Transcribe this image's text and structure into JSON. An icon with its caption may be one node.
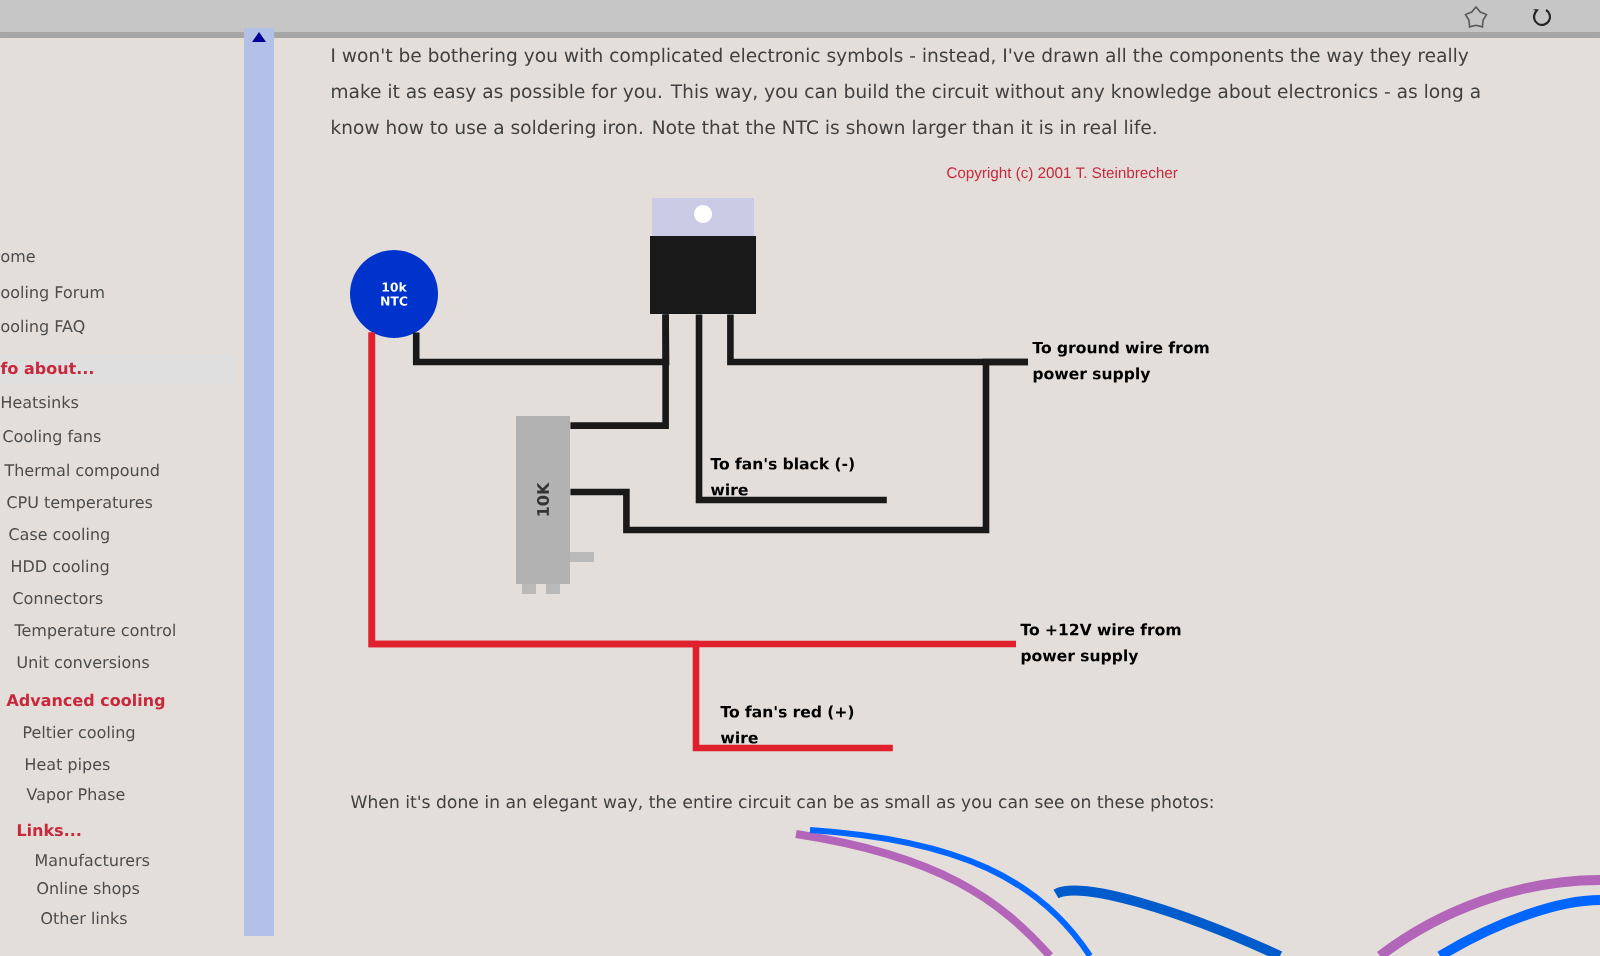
{
  "diagram": {
    "nodes": [
      {
        "text": [
          "10k NTC"
        ]
      },
      {
        "text": [],
        "shape": "box"
      },
      {
        "text": [
          "10K"
        ]
      },
      {
        "text": [
          "To ground wire from power supply"
        ]
      },
      {
        "text": [
          "To fan's black (-) wire"
        ]
      },
      {
        "text": [
          "To +12V wire from power supply"
        ]
      },
      {
        "text": [
          "To fan's red (+) wire"
        ]
      }
    ],
    "edges": [
      {
        "from": 0,
        "to": 1,
        "arrow": "none"
      },
      {
        "from": 1,
        "to": 2,
        "arrow": "none"
      },
      {
        "from": 1,
        "to": 4,
        "arrow": "none"
      },
      {
        "from": 1,
        "to": 3,
        "arrow": "none"
      },
      {
        "from": 2,
        "to": 3,
        "arrow": "none"
      },
      {
        "from": 0,
        "to": 5,
        "arrow": "none",
        "color": "#e0202c"
      },
      {
        "from": 0,
        "to": 6,
        "arrow": "none",
        "color": "#e0202c"
      }
    ],
    "labels": [
      "I won't be bothering you with complicated electronic symbols - instead, I've drawn all the components the way they really",
      "make it as easy as possible for you. This way, you can build the circuit without any knowledge about electronics - as long a",
      "know how to use a soldering iron. Note that the NTC is shown larger than it is in real life.",
      "Copyright (c) 2001 T. Steinbrecher",
      "ome",
      "ooling Forum",
      "ooling FAQ",
      "fo about...",
      "Heatsinks",
      "Cooling fans",
      "Thermal compound",
      "CPU temperatures",
      "Case cooling",
      "HDD cooling",
      "Connectors",
      "Temperature control",
      "Unit conversions",
      "Advanced cooling",
      "Peltier cooling",
      "Heat pipes",
      "Vapor Phase",
      "Links...",
      "Manufacturers",
      "Online shops",
      "Other links",
      "When it's done in an elegant way, the entire circuit can be as small as you can see on these photos:"
    ]
  }
}
